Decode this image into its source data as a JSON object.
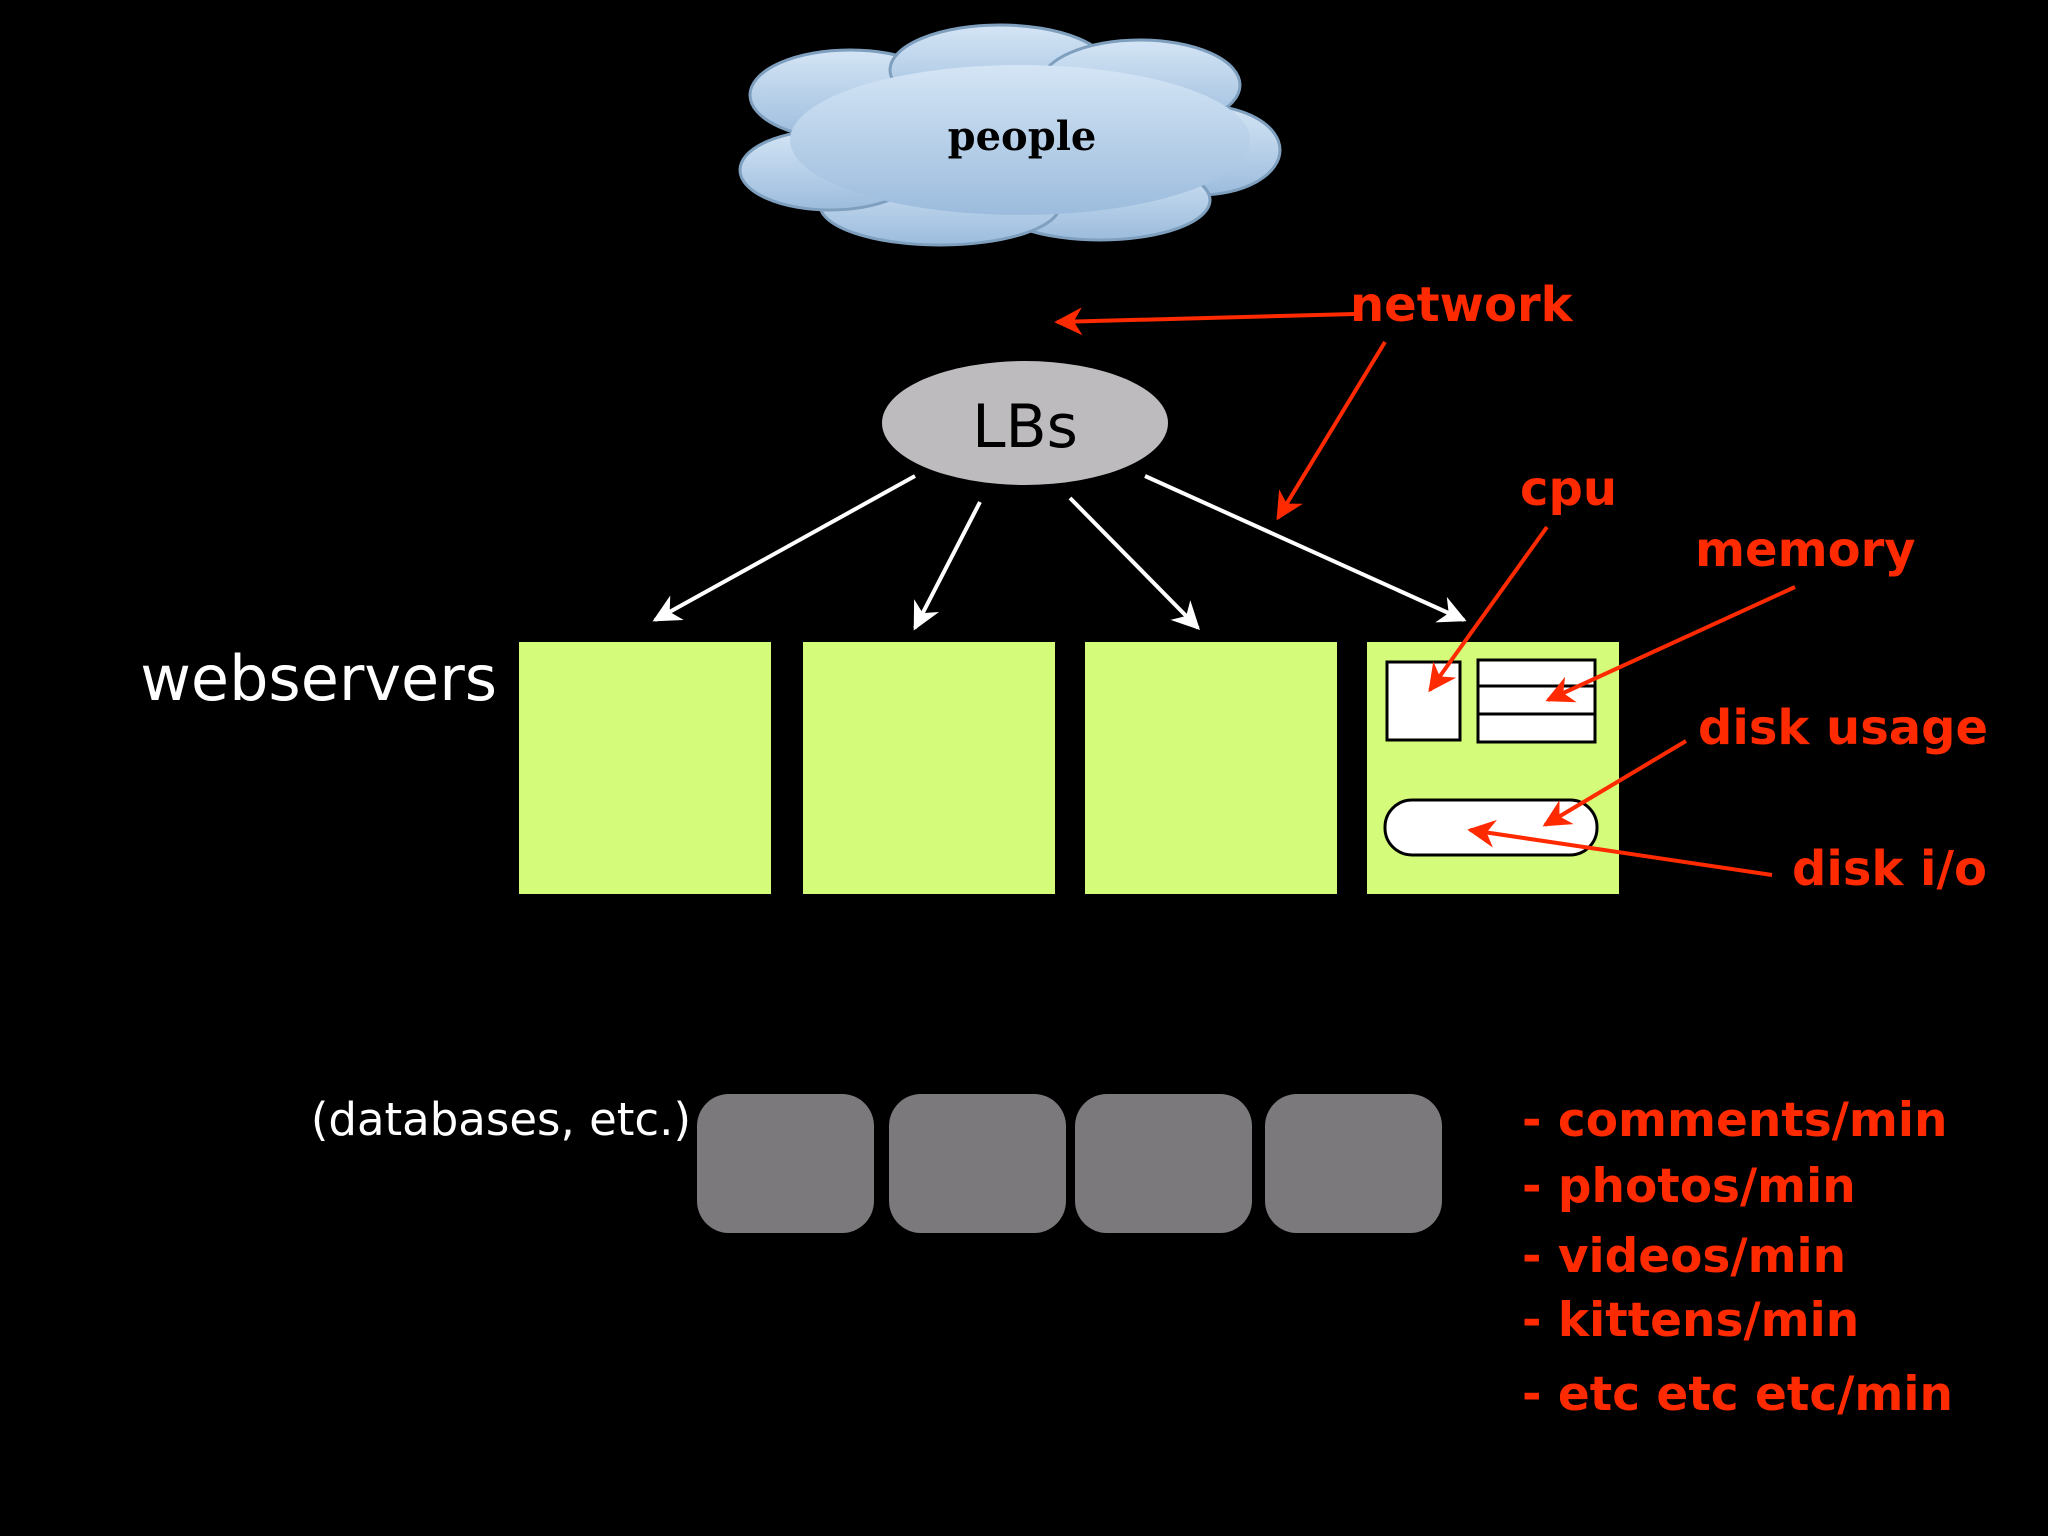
{
  "colors": {
    "background": "#000000",
    "accent": "#ff2a00",
    "server_fill": "#d5fb7a",
    "database_fill": "#7b797c",
    "lb_fill": "#bdbbbe",
    "cloud_fill": "#b3cfe9",
    "cloud_stroke": "#7f9fbf"
  },
  "cloud": {
    "label": "people"
  },
  "lb": {
    "label": "LBs"
  },
  "webservers": {
    "label": "webservers",
    "count": 4
  },
  "databases": {
    "label": "(databases, etc.)",
    "count": 4
  },
  "annotations": {
    "network": "network",
    "cpu": "cpu",
    "memory": "memory",
    "disk_usage": "disk usage",
    "disk_io": "disk i/o"
  },
  "metrics": [
    "- comments/min",
    "- photos/min",
    "- videos/min",
    "- kittens/min",
    "- etc etc etc/min"
  ]
}
